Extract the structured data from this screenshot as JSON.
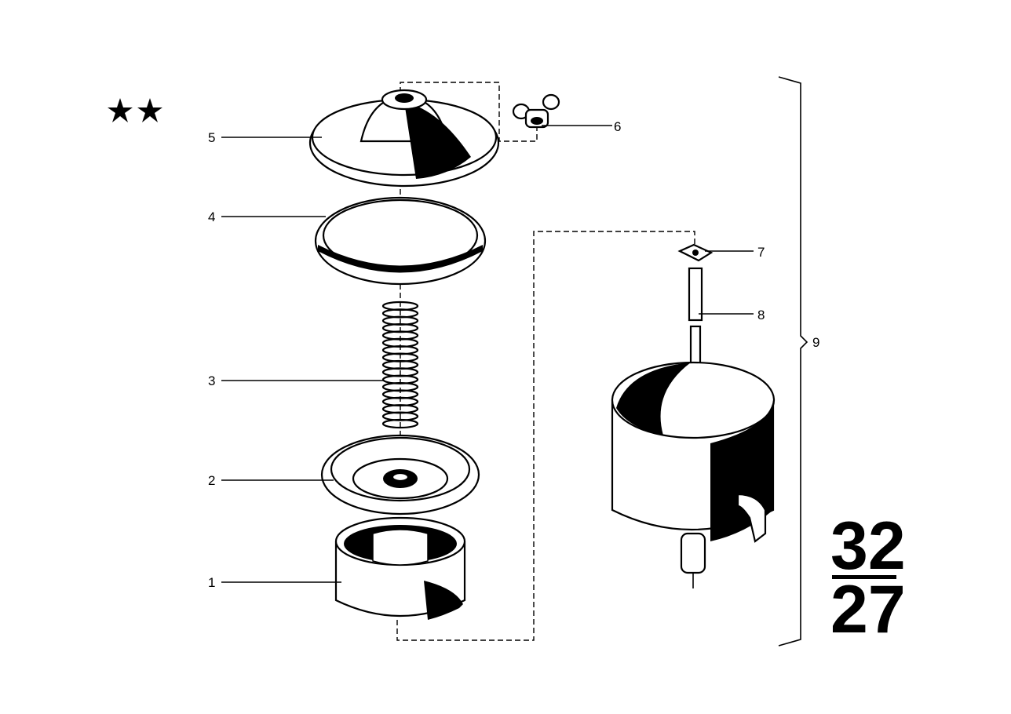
{
  "diagram": {
    "parts": [
      {
        "num": "1",
        "name": "housing-ring"
      },
      {
        "num": "2",
        "name": "filter-plate"
      },
      {
        "num": "3",
        "name": "compression-spring"
      },
      {
        "num": "4",
        "name": "gasket-ring"
      },
      {
        "num": "5",
        "name": "cover"
      },
      {
        "num": "6",
        "name": "wing-nut"
      },
      {
        "num": "7",
        "name": "clip"
      },
      {
        "num": "8",
        "name": "threaded-rod"
      },
      {
        "num": "9",
        "name": "filter-assembly"
      }
    ],
    "group_number_top": "32",
    "group_number_bottom": "27",
    "symbol_icon": "two-star-icon",
    "colors": {
      "ink": "#000000",
      "paper": "#ffffff"
    }
  }
}
